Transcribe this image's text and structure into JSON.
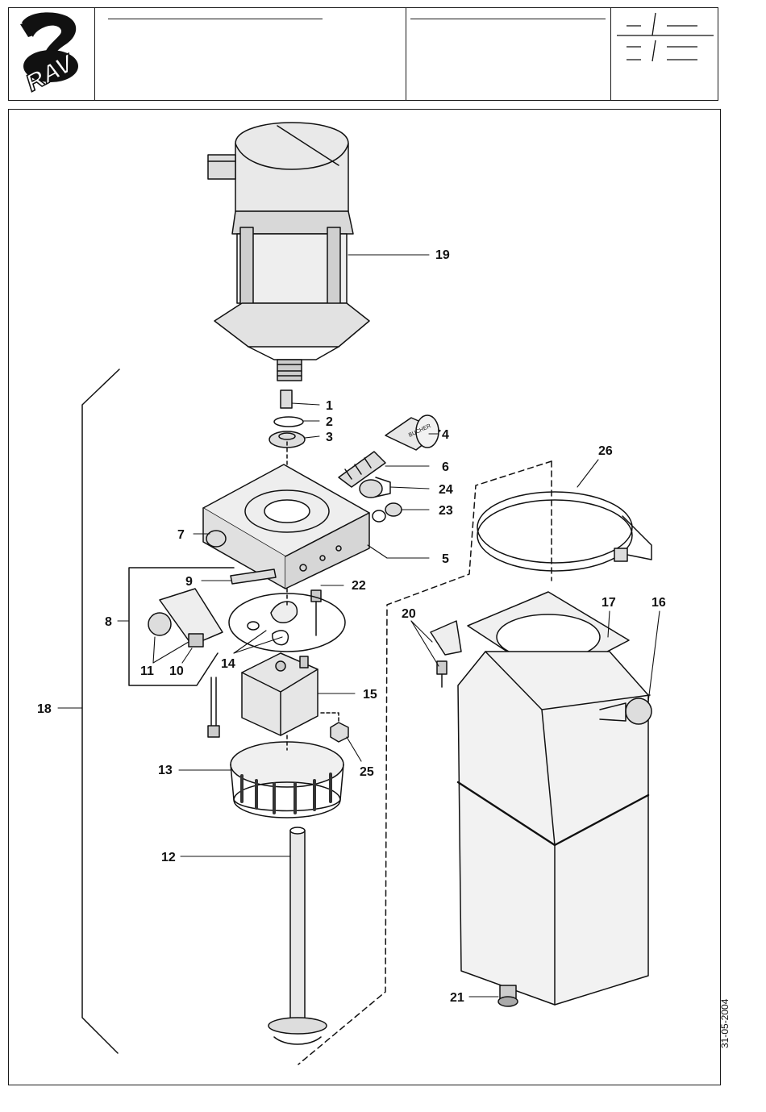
{
  "header": {
    "logo_text": "RAV",
    "fields": [
      "",
      "",
      ""
    ]
  },
  "footer": {
    "date": "31-05-2004"
  },
  "callouts": [
    {
      "id": "1",
      "label": "1"
    },
    {
      "id": "2",
      "label": "2"
    },
    {
      "id": "3",
      "label": "3"
    },
    {
      "id": "4",
      "label": "4"
    },
    {
      "id": "5",
      "label": "5"
    },
    {
      "id": "6",
      "label": "6"
    },
    {
      "id": "7",
      "label": "7"
    },
    {
      "id": "8",
      "label": "8"
    },
    {
      "id": "9",
      "label": "9"
    },
    {
      "id": "10",
      "label": "10"
    },
    {
      "id": "11",
      "label": "11"
    },
    {
      "id": "12",
      "label": "12"
    },
    {
      "id": "13",
      "label": "13"
    },
    {
      "id": "14",
      "label": "14"
    },
    {
      "id": "15",
      "label": "15"
    },
    {
      "id": "16",
      "label": "16"
    },
    {
      "id": "17",
      "label": "17"
    },
    {
      "id": "18",
      "label": "18"
    },
    {
      "id": "19",
      "label": "19"
    },
    {
      "id": "20",
      "label": "20"
    },
    {
      "id": "21",
      "label": "21"
    },
    {
      "id": "22",
      "label": "22"
    },
    {
      "id": "23",
      "label": "23"
    },
    {
      "id": "24",
      "label": "24"
    },
    {
      "id": "25",
      "label": "25"
    },
    {
      "id": "26",
      "label": "26"
    }
  ],
  "valve_brand": "BUCHER"
}
